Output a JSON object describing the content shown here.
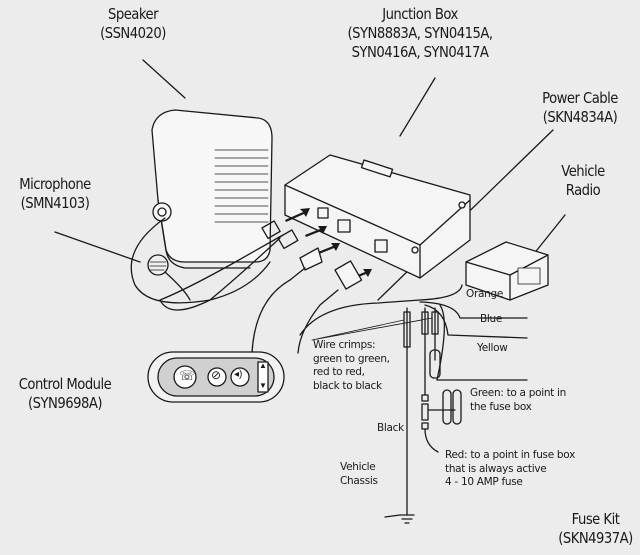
{
  "components": {
    "speaker": {
      "name": "Speaker",
      "part": "(SSN4020)"
    },
    "junction_box": {
      "name": "Junction Box",
      "parts_line1": "(SYN8883A, SYN0415A,",
      "parts_line2": "SYN0416A, SYN0417A"
    },
    "power_cable": {
      "name": "Power Cable",
      "part": "(SKN4834A)"
    },
    "vehicle_radio": {
      "line1": "Vehicle",
      "line2": "Radio"
    },
    "microphone": {
      "name": "Microphone",
      "part": "(SMN4103)"
    },
    "control_module": {
      "name": "Control Module",
      "part": "(SYN9698A)"
    },
    "fuse_kit": {
      "name": "Fuse Kit",
      "part": "(SKN4937A)"
    }
  },
  "wires": {
    "orange": "Orange",
    "blue": "Blue",
    "yellow": "Yellow",
    "black": "Black"
  },
  "notes": {
    "crimps": [
      "Wire crimps:",
      "green to green,",
      "red to red,",
      "black to black"
    ],
    "green": [
      "Green: to a point in",
      "the fuse box"
    ],
    "red": [
      "Red: to a point in fuse box",
      "that is always active",
      "4 - 10 AMP fuse"
    ],
    "chassis": [
      "Vehicle",
      "Chassis"
    ]
  }
}
